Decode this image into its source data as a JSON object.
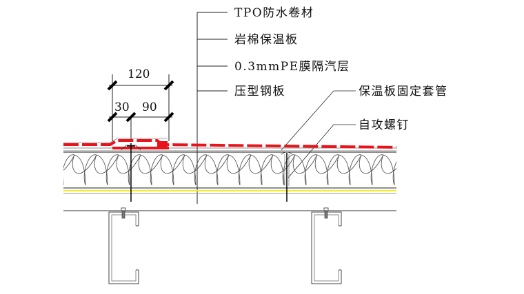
{
  "title": "TPO防水屋面构造节点详图",
  "colors": {
    "membrane": "#e8141c",
    "vapor_barrier": "#f7ec1b",
    "line": "#222222",
    "insulation_line": "#555555",
    "purlin": "#444444"
  },
  "layer_labels": [
    {
      "id": "tpo",
      "text": "TPO防水卷材"
    },
    {
      "id": "rockwool",
      "text": "岩棉保温板"
    },
    {
      "id": "pe",
      "text": "0.3mmPE膜隔汽层"
    },
    {
      "id": "steel_deck",
      "text": "压型钢板"
    }
  ],
  "fastener_labels": [
    {
      "id": "sleeve",
      "text": "保温板固定套管"
    },
    {
      "id": "screw",
      "text": "自攻螺钉"
    }
  ],
  "dimensions": {
    "overall": "120",
    "part_a": "30",
    "part_b": "90"
  }
}
